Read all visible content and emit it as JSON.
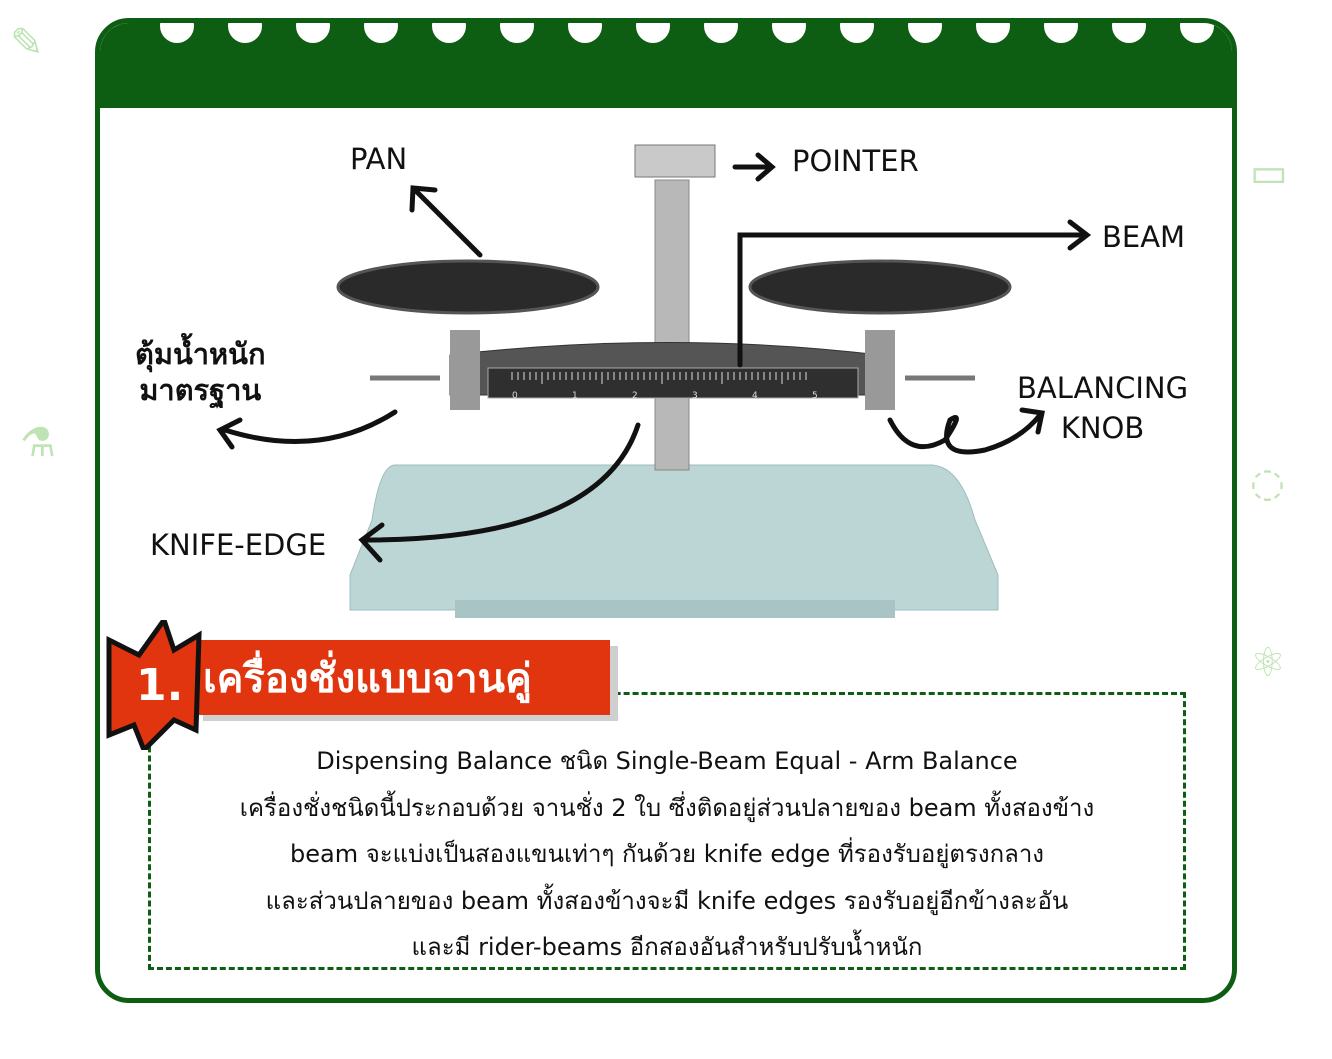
{
  "labels": {
    "pan": "PAN",
    "pointer": "POINTER",
    "beam": "BEAM",
    "weights": "ตุ้มน้ำหนัก\nมาตรฐาน",
    "balancing_knob": "BALANCING\nKNOB",
    "knife_edge": "KNIFE-EDGE"
  },
  "beam_scale_ticks": [
    "0",
    "1",
    "2",
    "3",
    "4",
    "5"
  ],
  "title": {
    "number": "1.",
    "text": "เครื่องชั่งแบบจานคู่"
  },
  "description": [
    "Dispensing Balance ชนิด Single-Beam Equal - Arm Balance",
    "เครื่องชั่งชนิดนี้ประกอบด้วย จานชั่ง 2 ใบ ซึ่งติดอยู่ส่วนปลายของ beam ทั้งสองข้าง",
    "beam จะแบ่งเป็นสองแขนเท่าๆ กันด้วย knife edge ที่รองรับอยู่ตรงกลาง",
    "และส่วนปลายของ beam ทั้งสองข้างจะมี knife edges รองรับอยู่อีกข้างละอัน",
    "และมี rider-beams อีกสองอันสำหรับปรับน้ำหนัก"
  ],
  "colors": {
    "green": "#0d5e12",
    "red": "#e0350e",
    "base": "#bcd6d6"
  }
}
